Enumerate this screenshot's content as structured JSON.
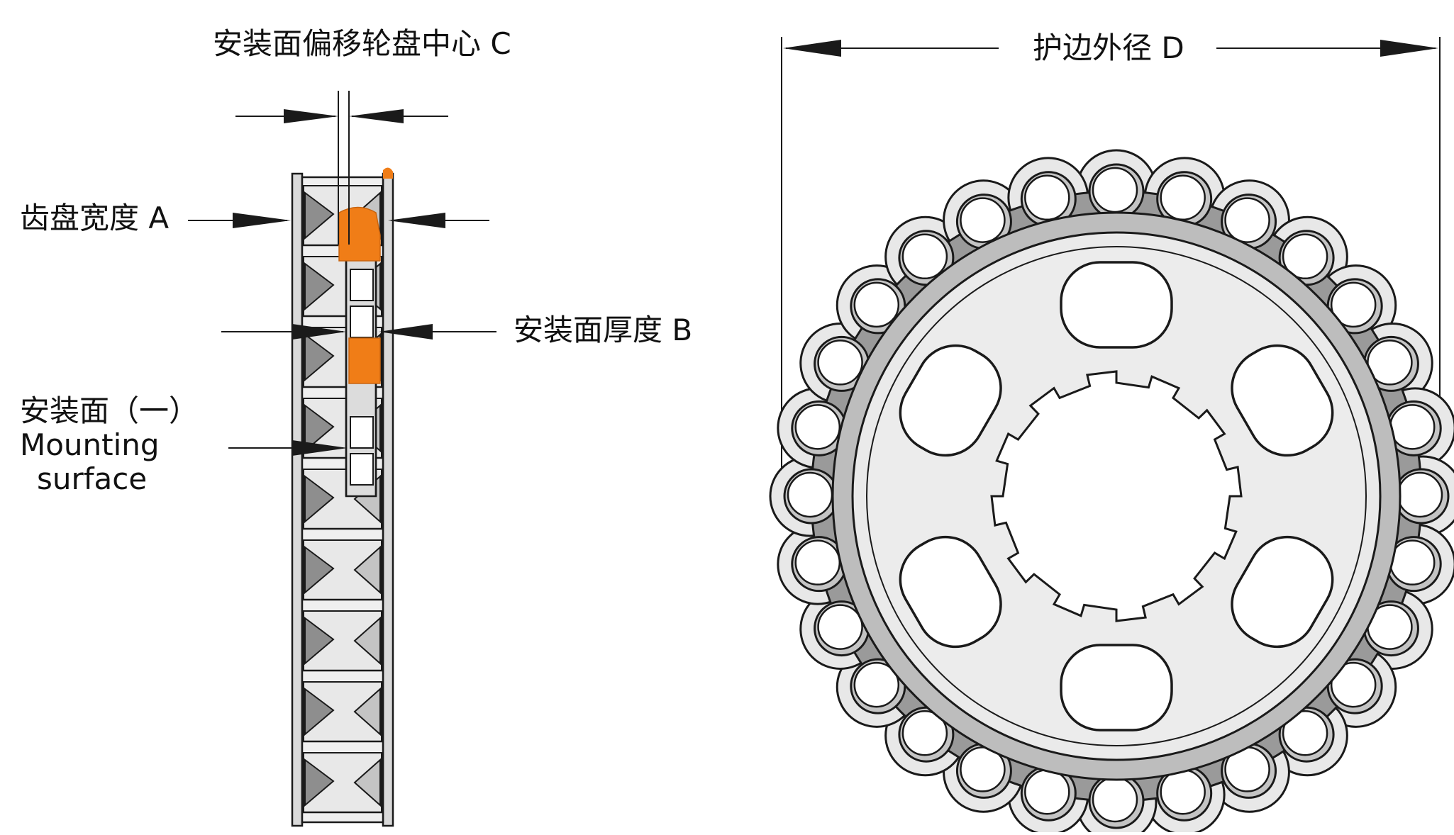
{
  "labels": {
    "offset_c": "安装面偏移轮盘中心 C",
    "width_a": "齿盘宽度 A",
    "thickness_b": "安装面厚度 B",
    "mount_cn": "安装面（一）",
    "mount_en_1": "Mounting",
    "mount_en_2": "surface",
    "diameter_d": "护边外径 D"
  },
  "colors": {
    "line": "#1a1a1a",
    "fill_light": "#e8e8e8",
    "fill_mid": "#c4c4c4",
    "fill_dark": "#8e8e8e",
    "highlight": "#f07d17",
    "background": "#ffffff"
  },
  "sprocket": {
    "roller_count": 28,
    "window_count": 6,
    "spline_teeth": 12
  }
}
